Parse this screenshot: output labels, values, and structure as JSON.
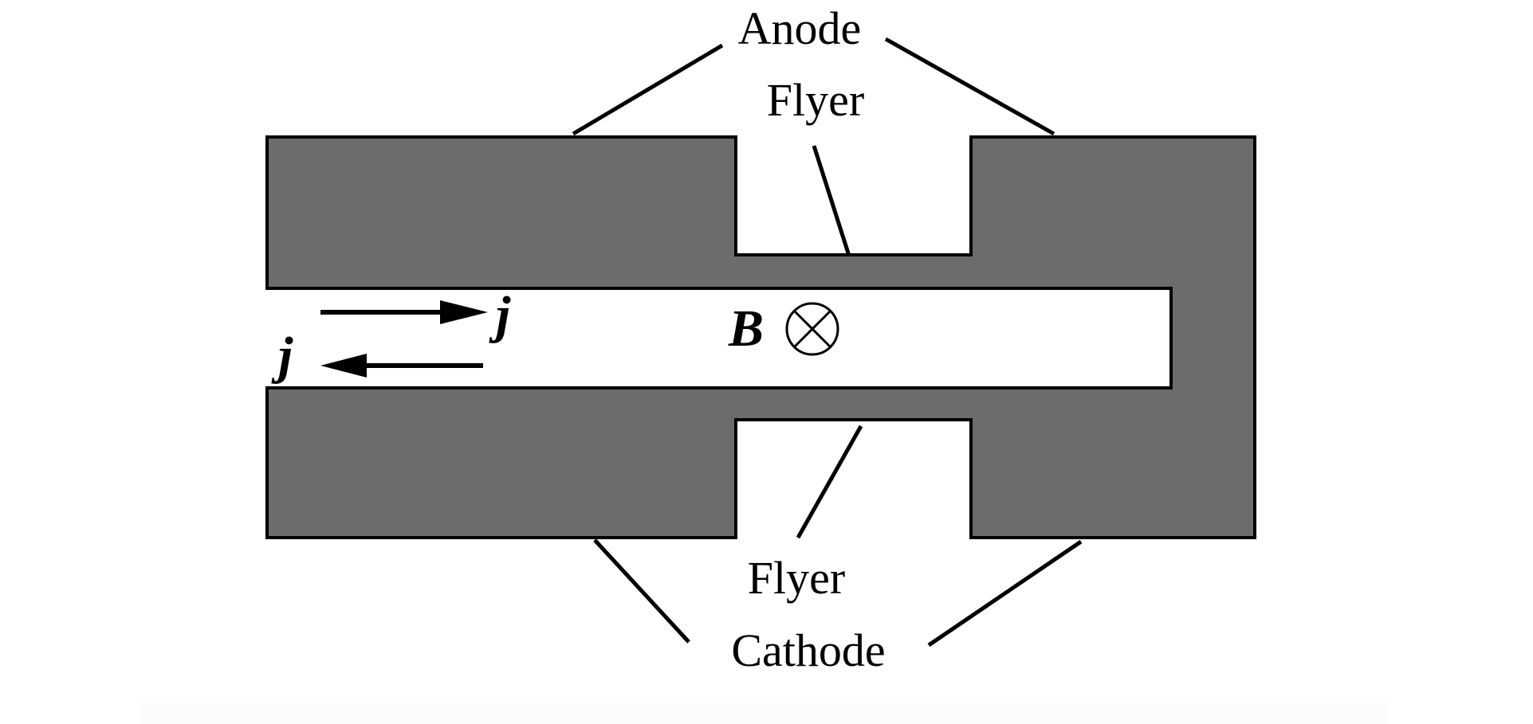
{
  "diagram": {
    "title": "Magnetically driven flyer — electrode configuration",
    "colors": {
      "electrode_fill": "#6c6c6c",
      "outline": "#000000",
      "background": "#ffffff"
    },
    "labels": {
      "anode": "Anode",
      "anode_flyer": "Flyer",
      "cathode_flyer": "Flyer",
      "cathode": "Cathode",
      "current_in": "j",
      "current_out": "j",
      "field": "B"
    },
    "symbols": {
      "field_direction": "into-page-icon",
      "current_in_direction": "right",
      "current_out_direction": "left"
    }
  }
}
